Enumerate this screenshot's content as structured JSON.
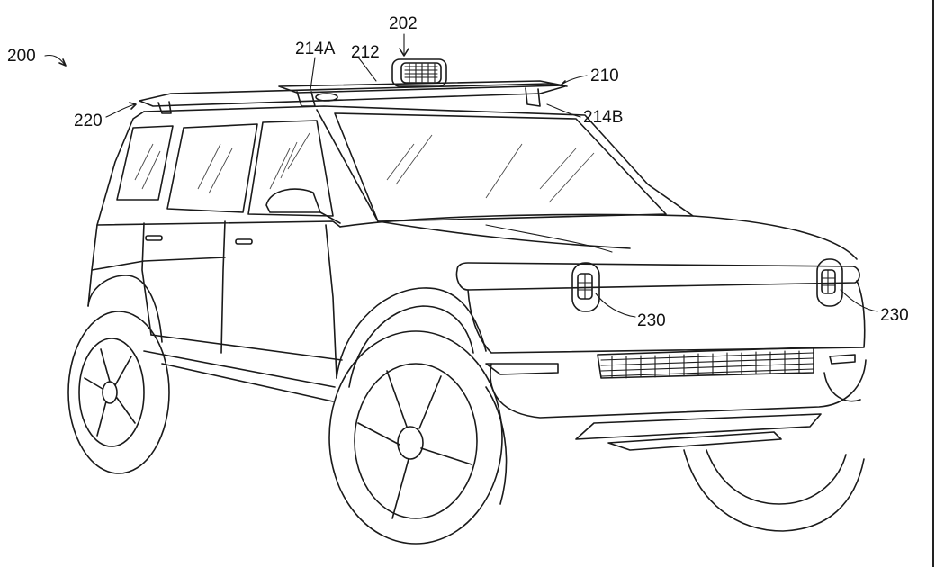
{
  "labels": {
    "figure": "200",
    "sensor": "202",
    "rack": "210",
    "crossbar": "212",
    "mount_a": "214A",
    "mount_b": "214B",
    "roof_rail": "220",
    "headlight_left": "230",
    "headlight_right": "230"
  },
  "colors": {
    "line": "#1a1a1a",
    "background": "#ffffff"
  }
}
